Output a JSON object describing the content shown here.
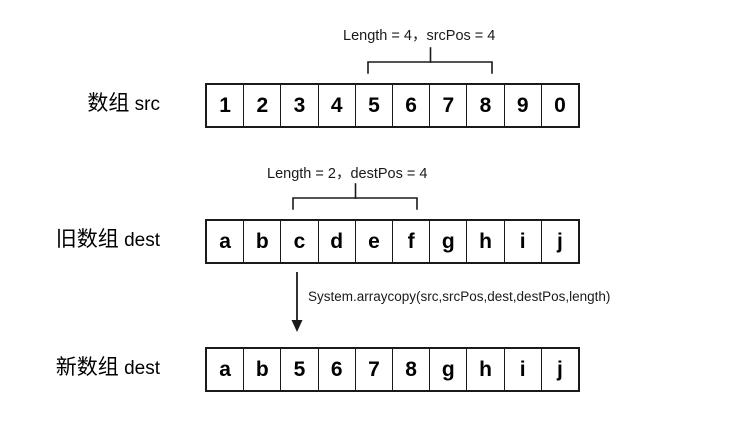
{
  "diagram": {
    "title": "System.arraycopy array copy illustration",
    "background_color": "#ffffff",
    "line_color": "#1a1a1a"
  },
  "rows": [
    {
      "id": "src",
      "label_cjk": "数组",
      "label_latin": "src",
      "cells": [
        "1",
        "2",
        "3",
        "4",
        "5",
        "6",
        "7",
        "8",
        "9",
        "0"
      ]
    },
    {
      "id": "dest-old",
      "label_cjk": "旧数组",
      "label_latin": "dest",
      "cells": [
        "a",
        "b",
        "c",
        "d",
        "e",
        "f",
        "g",
        "h",
        "i",
        "j"
      ]
    },
    {
      "id": "dest-new",
      "label_cjk": "新数组",
      "label_latin": "dest",
      "cells": [
        "a",
        "b",
        "5",
        "6",
        "7",
        "8",
        "g",
        "h",
        "i",
        "j"
      ]
    }
  ],
  "annotations": {
    "src_range": {
      "text": "Length = 4，srcPos = 4",
      "length": 4,
      "pos": 4,
      "covers_cells": [
        "5",
        "6",
        "7",
        "8"
      ],
      "start_index": 4,
      "end_index": 7
    },
    "dest_range": {
      "text": "Length = 2，destPos = 4",
      "length": 2,
      "pos": 4,
      "covers_cells": [
        "c",
        "d",
        "e",
        "f"
      ],
      "start_index": 2,
      "end_index": 5
    },
    "arrow_caption": "System.arraycopy(src,srcPos,dest,destPos,length)"
  }
}
